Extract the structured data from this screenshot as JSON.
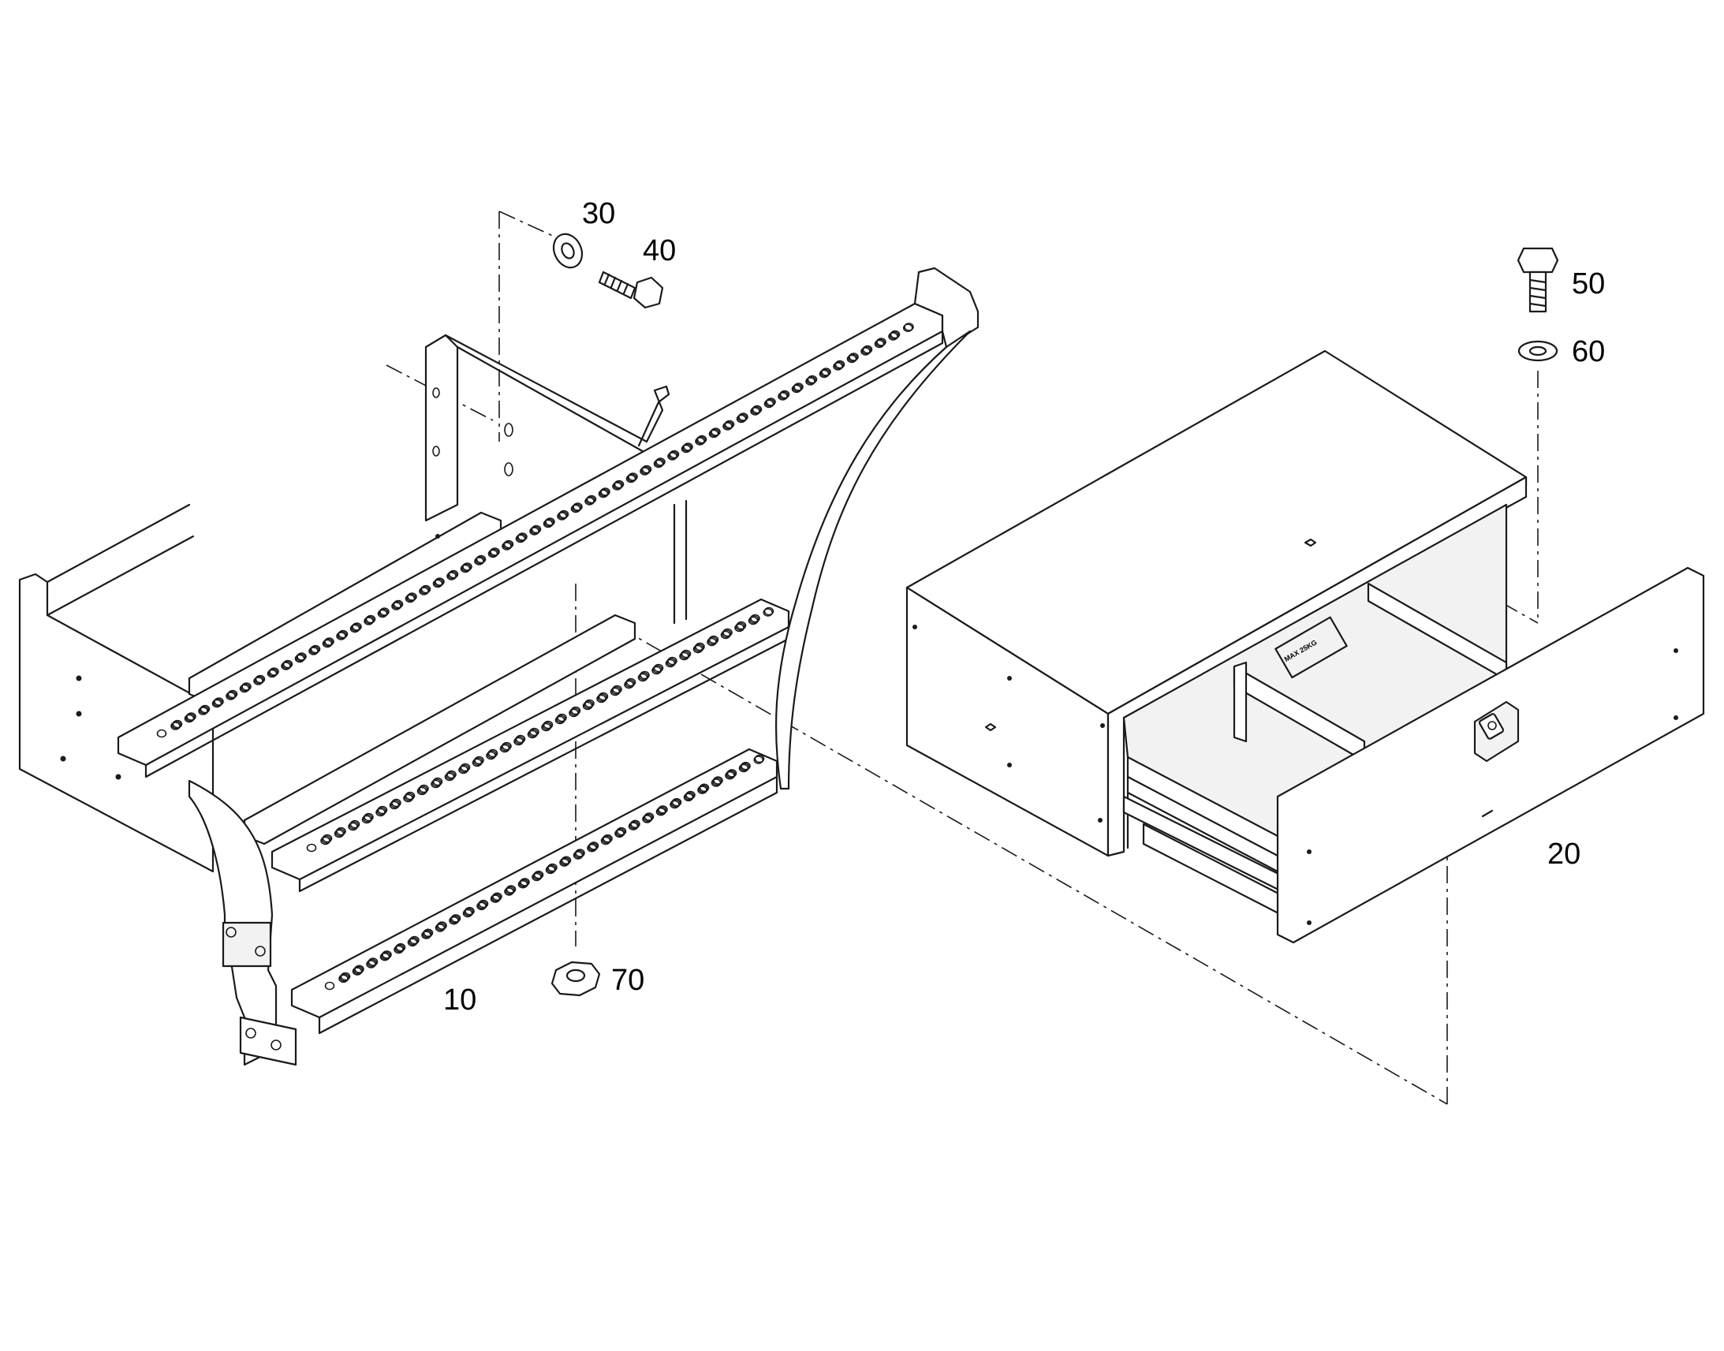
{
  "diagram": {
    "callouts": {
      "step_assembly": "10",
      "tool_box": "20",
      "washer_top": "30",
      "bolt_top": "40",
      "bolt_right": "50",
      "washer_right": "60",
      "nut": "70"
    },
    "box_label": "MAX 25KG"
  }
}
